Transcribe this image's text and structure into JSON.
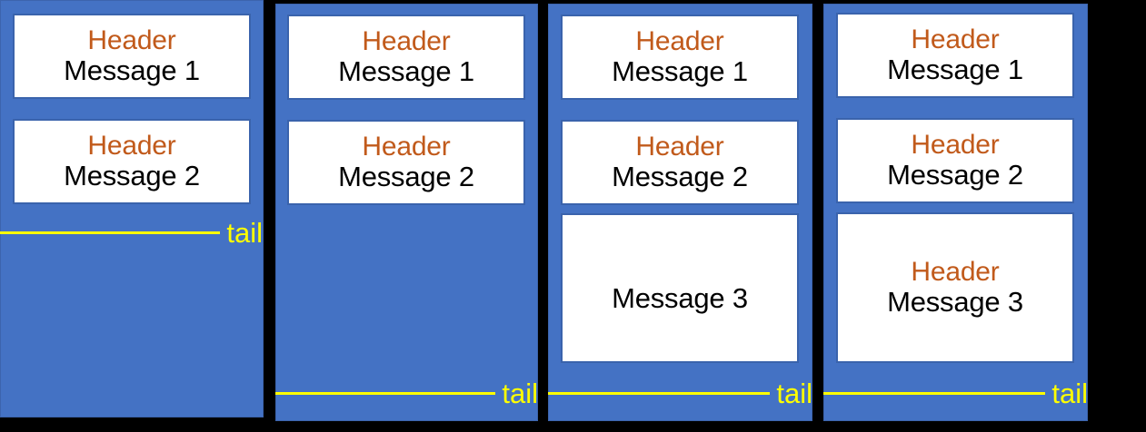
{
  "figure": {
    "title": "Message queue panels with header/message boxes and tail marker",
    "background_color": "#000000",
    "panel_color": "#4472C4",
    "box_fill": "#FFFFFF",
    "box_border_color": "#3A63AC",
    "header_color": "#C15A1B",
    "message_color": "#000000",
    "tail_color": "#FFFF00"
  },
  "panels": [
    {
      "id": "panel-1",
      "boxes": [
        {
          "header": "Header",
          "message": "Message 1",
          "has_header": true
        },
        {
          "header": "Header",
          "message": "Message 2",
          "has_header": true
        }
      ],
      "tail": {
        "label": "tail"
      }
    },
    {
      "id": "panel-2",
      "boxes": [
        {
          "header": "Header",
          "message": "Message 1",
          "has_header": true
        },
        {
          "header": "Header",
          "message": "Message 2",
          "has_header": true
        }
      ],
      "tail": {
        "label": "tail"
      }
    },
    {
      "id": "panel-3",
      "boxes": [
        {
          "header": "Header",
          "message": "Message 1",
          "has_header": true
        },
        {
          "header": "Header",
          "message": "Message 2",
          "has_header": true
        },
        {
          "header": "",
          "message": "Message 3",
          "has_header": false
        }
      ],
      "tail": {
        "label": "tail"
      }
    },
    {
      "id": "panel-4",
      "boxes": [
        {
          "header": "Header",
          "message": "Message 1",
          "has_header": true
        },
        {
          "header": "Header",
          "message": "Message 2",
          "has_header": true
        },
        {
          "header": "Header",
          "message": "Message 3",
          "has_header": true
        }
      ],
      "tail": {
        "label": "tail"
      }
    }
  ]
}
